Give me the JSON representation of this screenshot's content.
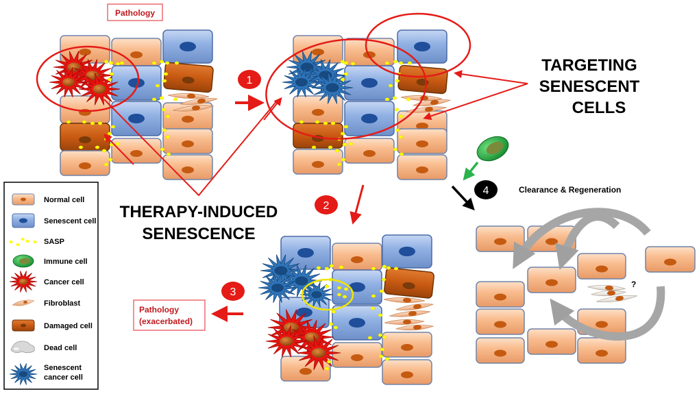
{
  "labels": {
    "pathology": "Pathology",
    "pathology_exacerbated_line1": "Pathology",
    "pathology_exacerbated_line2": "(exacerbated)",
    "therapy_line1": "THERAPY-INDUCED",
    "therapy_line2": "SENESCENCE",
    "targeting_line1": "TARGETING",
    "targeting_line2": "SENESCENT",
    "targeting_line3": "CELLS",
    "clearance": "Clearance & Regeneration",
    "question": "?"
  },
  "steps": [
    {
      "number": "1",
      "color": "#e41b17"
    },
    {
      "number": "2",
      "color": "#e41b17"
    },
    {
      "number": "3",
      "color": "#e41b17"
    },
    {
      "number": "4",
      "color": "#000000"
    }
  ],
  "legend": [
    {
      "icon": "normal-cell",
      "label": "Normal cell"
    },
    {
      "icon": "senescent-cell",
      "label": "Senescent cell"
    },
    {
      "icon": "sasp",
      "label": "SASP"
    },
    {
      "icon": "immune-cell",
      "label": "Immune cell"
    },
    {
      "icon": "cancer-cell",
      "label": "Cancer cell"
    },
    {
      "icon": "fibroblast",
      "label": "Fibroblast"
    },
    {
      "icon": "damaged-cell",
      "label": "Damaged cell"
    },
    {
      "icon": "dead-cell",
      "label": "Dead cell"
    },
    {
      "icon": "senescent-cancer-cell",
      "label": "Senescent",
      "label2": "cancer cell"
    }
  ],
  "colors": {
    "normal": "#f9bd8f",
    "senescent": "#8fb0e3",
    "damaged": "#c85a12",
    "cancer": "#e8140f",
    "senescent_cancer": "#2f74b8",
    "sasp": "#ffff00",
    "immune": "#1fa33c",
    "arrow_red": "#e41b17",
    "arrow_green": "#2bb24c",
    "arrow_gray": "#9a9a9a"
  }
}
